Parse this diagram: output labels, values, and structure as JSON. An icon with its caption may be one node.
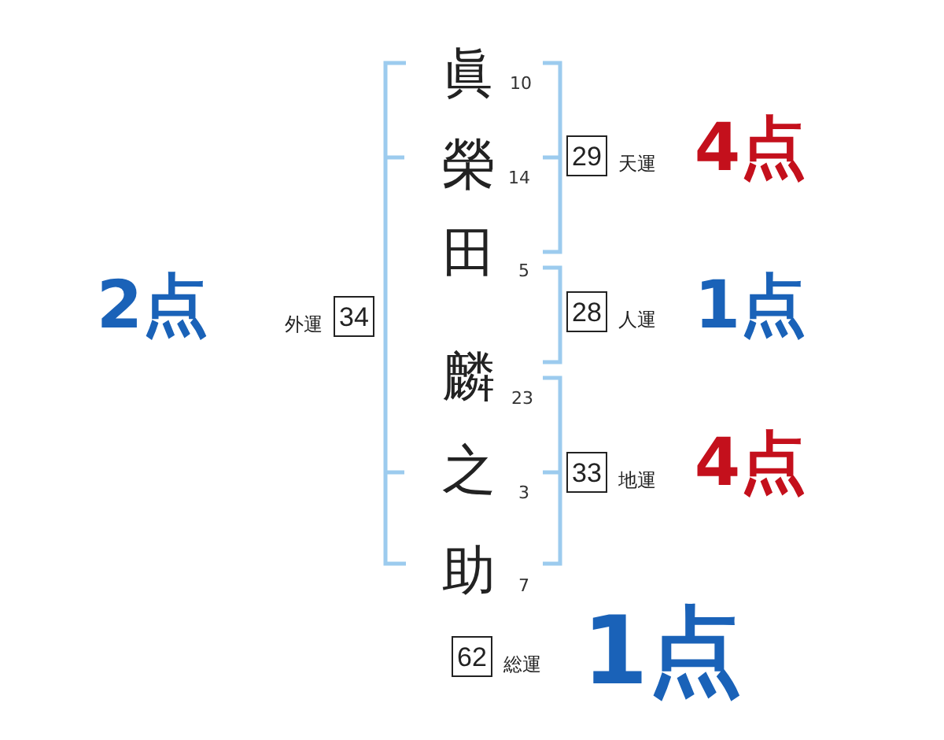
{
  "diagram": {
    "nodes": [
      {
        "text": [
          "29"
        ],
        "beside": [
          "天運"
        ]
      },
      {
        "text": [
          "34"
        ],
        "beside": [
          "外運"
        ]
      },
      {
        "text": [
          "28"
        ],
        "beside": [
          "人運"
        ]
      },
      {
        "text": [
          "33"
        ],
        "beside": [
          "地運"
        ]
      },
      {
        "text": [
          "62"
        ],
        "beside": [
          "総運"
        ]
      }
    ],
    "labels": [
      "眞",
      "10",
      "榮",
      "14",
      "4点",
      "2点",
      "田",
      "5",
      "1点",
      "麟",
      "23",
      "之",
      "3",
      "4点",
      "助",
      "7",
      "1点"
    ]
  }
}
